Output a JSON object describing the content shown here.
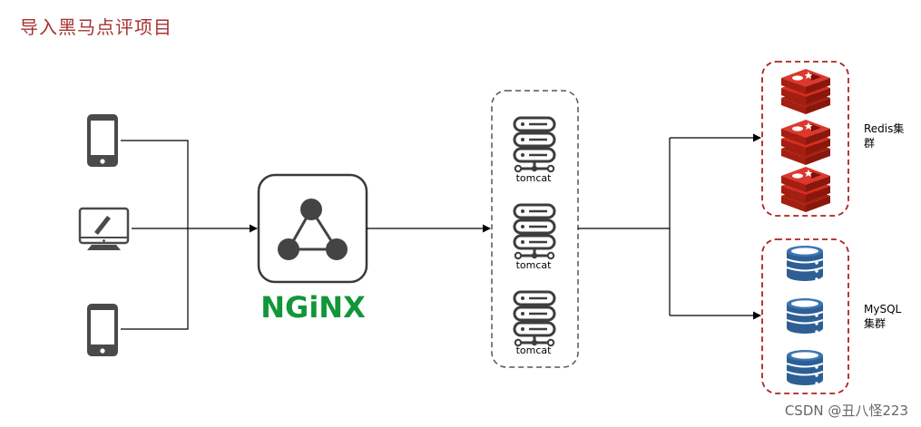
{
  "title": "导入黑马点评项目",
  "nginx": {
    "label": "NGiNX",
    "color": "#119639"
  },
  "tomcat": {
    "labels": [
      "tomcat",
      "tomcat",
      "tomcat"
    ]
  },
  "redis": {
    "label_line1": "Redis集",
    "label_line2": "群",
    "color": "#d82c20"
  },
  "mysql": {
    "label_line1": "MySQL",
    "label_line2": "集群",
    "color": "#2d5f95"
  },
  "watermark": "CSDN @丑八怪223",
  "icons": [
    "phone-icon",
    "desktop-icon",
    "nginx-logo-icon",
    "server-icon",
    "redis-icon",
    "database-icon"
  ]
}
